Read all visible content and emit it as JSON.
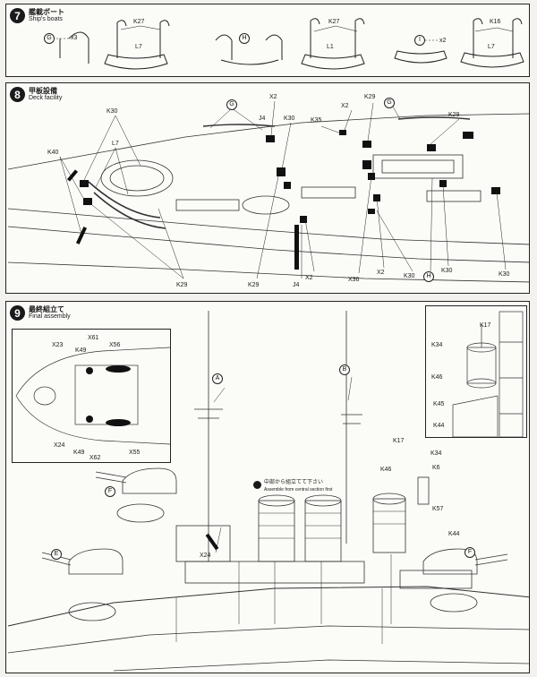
{
  "step7": {
    "number": "7",
    "title_jp": "艦載ボート",
    "title_en": "Ship's boats",
    "labels": {
      "g": "G",
      "x3": "x3",
      "k27a": "K27",
      "l7a": "L7",
      "h": "H",
      "k27b": "K27",
      "l1": "L1",
      "i": "I",
      "x2": "x2",
      "k16": "K16",
      "l7b": "L7"
    }
  },
  "step8": {
    "number": "8",
    "title_jp": "甲板設備",
    "title_en": "Deck facility",
    "labels": {
      "k30a": "K30",
      "l7": "L7",
      "k40": "K40",
      "g1": "G",
      "x2a": "X2",
      "j4a": "J4",
      "k30b": "K30",
      "k35": "K35",
      "x2b": "X2",
      "k29a": "K29",
      "g2": "G",
      "k29b": "K29",
      "k29c": "K29",
      "k29d": "K29",
      "j4b": "J4",
      "x2c": "X2",
      "x36": "X36",
      "x2d": "X2",
      "k30c": "K30",
      "h": "H",
      "k30d": "K30",
      "k30e": "K30"
    }
  },
  "step9": {
    "number": "9",
    "title_jp": "最終組立て",
    "title_en": "Final assembly",
    "inset_left": {
      "x23": "X23",
      "k49a": "K49",
      "x61": "X61",
      "x56": "X56",
      "x24": "X24",
      "k49b": "K49",
      "x62": "X62",
      "x55": "X55"
    },
    "inset_right": {
      "k17": "K17",
      "k34": "K34",
      "k46": "K46",
      "k45": "K45",
      "k44": "K44"
    },
    "main": {
      "a": "A",
      "b": "B",
      "f1": "F",
      "f2": "F",
      "e": "E",
      "x24": "X24",
      "k17": "K17",
      "k34": "K34",
      "k46": "K46",
      "k6": "K6",
      "k57": "K57",
      "k44": "K44",
      "note_jp": "中部から組立てて下さい",
      "note_en": "Assemble from central section first"
    }
  }
}
